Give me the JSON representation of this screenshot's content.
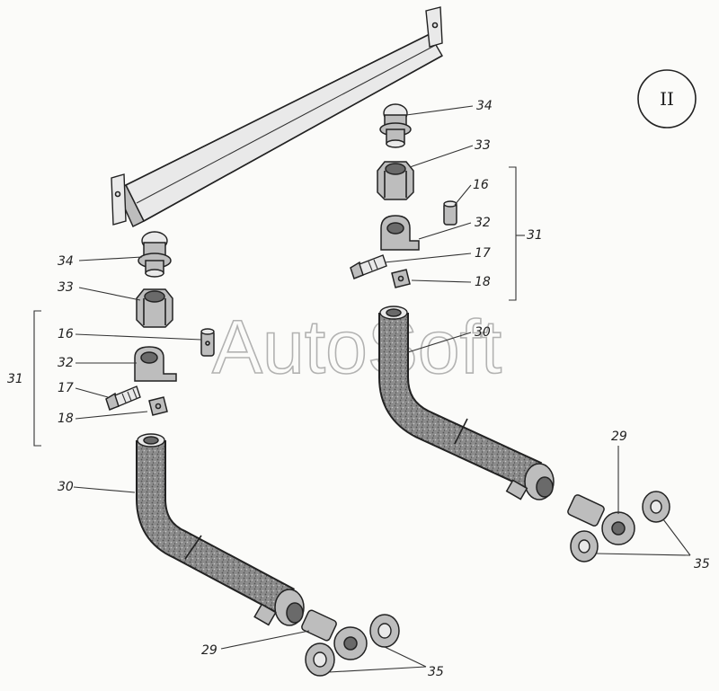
{
  "roman_numeral": "II",
  "watermark": "AutoSoft",
  "left_group": {
    "labels": {
      "p34": "34",
      "p33": "33",
      "p16": "16",
      "p32": "32",
      "p17": "17",
      "p18": "18",
      "p31": "31",
      "p30": "30",
      "p29": "29",
      "p35": "35"
    }
  },
  "right_group": {
    "labels": {
      "p34": "34",
      "p33": "33",
      "p16": "16",
      "p32": "32",
      "p17": "17",
      "p18": "18",
      "p31": "31",
      "p30": "30",
      "p29": "29",
      "p35": "35"
    }
  },
  "colors": {
    "ink": "#222222",
    "part_fill": "#bdbdbd",
    "hose_fill": "#8e8e8e",
    "background": "#fbfbf9"
  }
}
